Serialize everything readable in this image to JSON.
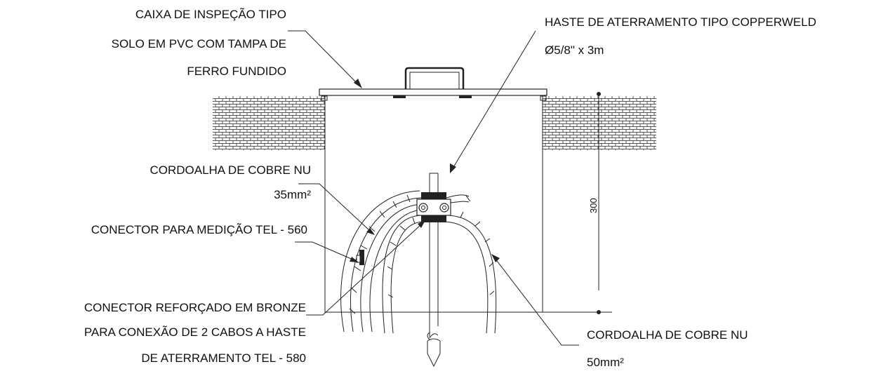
{
  "diagram": {
    "inspection_box": {
      "label_lines": [
        "CAIXA DE INSPEÇÃO TIPO",
        "SOLO EM PVC COM TAMPA DE",
        "FERRO FUNDIDO"
      ]
    },
    "ground_rod": {
      "label_lines": [
        "HASTE DE ATERRAMENTO TIPO COPPERWELD",
        "Ø5/8\" x 3m"
      ]
    },
    "copper_braid_35": {
      "label_lines": [
        "CORDOALHA DE COBRE NU",
        "35mm²"
      ]
    },
    "measurement_connector": {
      "label_lines": [
        "CONECTOR PARA MEDIÇÃO TEL - 560"
      ]
    },
    "bronze_connector": {
      "label_lines": [
        "CONECTOR REFORÇADO EM BRONZE",
        "PARA CONEXÃO DE 2 CABOS A HASTE",
        "DE ATERRAMENTO TEL - 580"
      ]
    },
    "copper_braid_50": {
      "label_lines": [
        "CORDOALHA DE COBRE NU",
        "50mm²"
      ]
    },
    "depth_dimension": {
      "value": "300"
    }
  }
}
